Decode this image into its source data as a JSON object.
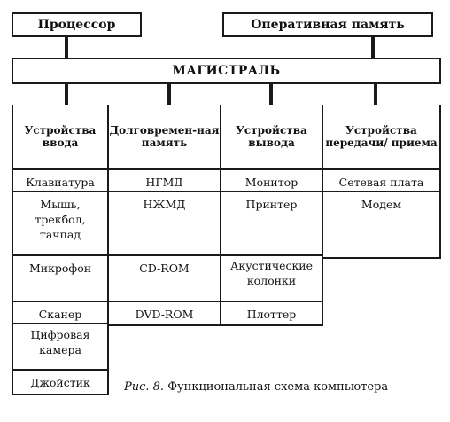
{
  "top": {
    "processor": "Процессор",
    "ram": "Оперативная память"
  },
  "bus": "МАГИСТРАЛЬ",
  "columns": [
    {
      "header": "Устройства ввода",
      "items": [
        "Клавиатура",
        "Мышь, трекбол, тачпад",
        "Микрофон",
        "Сканер",
        "Цифровая камера",
        "Джойстик"
      ]
    },
    {
      "header": "Долговремен-ная память",
      "items": [
        "НГМД",
        "НЖМД",
        "CD-ROM",
        "DVD-ROM"
      ]
    },
    {
      "header": "Устройства вывода",
      "items": [
        "Монитор",
        "Принтер",
        "Акустические колонки",
        "Плоттер"
      ]
    },
    {
      "header": "Устройства передачи/ приема",
      "items": [
        "Сетевая плата",
        "Модем"
      ]
    }
  ],
  "caption": {
    "prefix": "Рис. 8.",
    "text": "Функциональная схема компьютера"
  }
}
